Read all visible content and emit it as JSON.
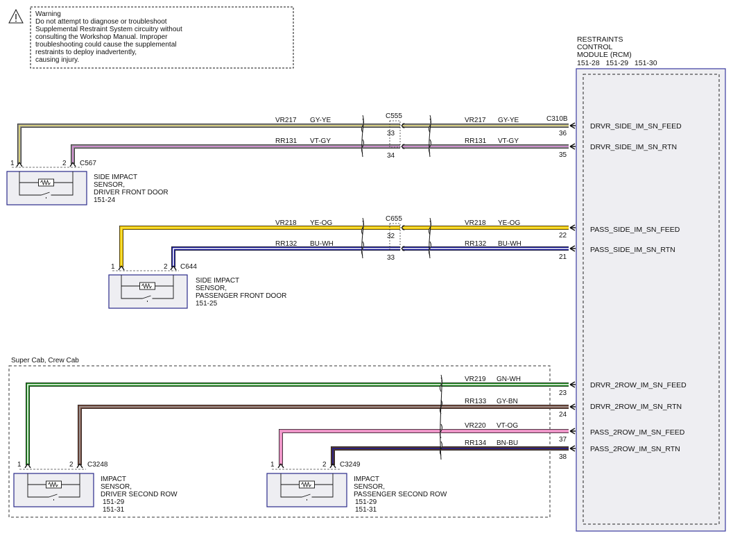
{
  "warning": {
    "lines": [
      "Warning",
      "Do not attempt to diagnose or troubleshoot",
      "Supplemental Restraint System circuitry without",
      "consulting the Workshop Manual. Improper",
      "troubleshooting could cause the supplemental",
      "restraints to deploy inadvertently,",
      "causing injury."
    ]
  },
  "rcm": {
    "title_lines": [
      "RESTRAINTS",
      "CONTROL",
      "MODULE (RCM)"
    ],
    "refs": "151-28   151-29   151-30",
    "connector": "C310B"
  },
  "zone_label": "Super Cab, Crew Cab",
  "inline_connectors": {
    "top": "C555",
    "mid": "C655"
  },
  "circuits": [
    {
      "circuit": "VR217",
      "color": "GY-YE",
      "signal": "DRVR_SIDE_IM_SN_FEED",
      "rcm_pin": "36",
      "inline_pin": "33",
      "sensor_pin": "1",
      "wire": [
        "#8a8a8a",
        "#e9e07a"
      ]
    },
    {
      "circuit": "RR131",
      "color": "VT-GY",
      "signal": "DRVR_SIDE_IM_SN_RTN",
      "rcm_pin": "35",
      "inline_pin": "34",
      "sensor_pin": "2",
      "wire": [
        "#8a8a8a",
        "#e08ce0"
      ]
    },
    {
      "circuit": "VR218",
      "color": "YE-OG",
      "signal": "PASS_SIDE_IM_SN_FEED",
      "rcm_pin": "22",
      "inline_pin": "32",
      "sensor_pin": "1",
      "wire": [
        "#f2c200",
        "#f5e84a"
      ]
    },
    {
      "circuit": "RR132",
      "color": "BU-WH",
      "signal": "PASS_SIDE_IM_SN_RTN",
      "rcm_pin": "21",
      "inline_pin": "33",
      "sensor_pin": "2",
      "wire": [
        "#1a1a9a",
        "#ffffff"
      ]
    },
    {
      "circuit": "VR219",
      "color": "GN-WH",
      "signal": "DRVR_2ROW_IM_SN_FEED",
      "rcm_pin": "23",
      "sensor_pin": "1",
      "wire": [
        "#1a8a1a",
        "#ffffff"
      ]
    },
    {
      "circuit": "RR133",
      "color": "GY-BN",
      "signal": "DRVR_2ROW_IM_SN_RTN",
      "rcm_pin": "24",
      "sensor_pin": "2",
      "wire": [
        "#7a4a3a",
        "#a0a0a0"
      ]
    },
    {
      "circuit": "VR220",
      "color": "VT-OG",
      "signal": "PASS_2ROW_IM_SN_FEED",
      "rcm_pin": "37",
      "sensor_pin": "1",
      "wire": [
        "#e88cc0",
        "#f3a0d0"
      ]
    },
    {
      "circuit": "RR134",
      "color": "BN-BU",
      "signal": "PASS_2ROW_IM_SN_RTN",
      "rcm_pin": "38",
      "sensor_pin": "2",
      "wire": [
        "#5a3a2a",
        "#1a1a9a"
      ]
    }
  ],
  "sensors": [
    {
      "connector": "C567",
      "lines": [
        "SIDE IMPACT",
        "SENSOR,",
        "DRIVER FRONT DOOR",
        "151-24"
      ]
    },
    {
      "connector": "C644",
      "lines": [
        "SIDE IMPACT",
        "SENSOR,",
        "PASSENGER FRONT DOOR",
        "151-25"
      ]
    },
    {
      "connector": "C3248",
      "lines": [
        "IMPACT",
        "SENSOR,",
        "DRIVER SECOND ROW",
        "151-29",
        "151-31"
      ]
    },
    {
      "connector": "C3249",
      "lines": [
        "IMPACT",
        "SENSOR,",
        "PASSENGER SECOND ROW",
        "151-29",
        "151-31"
      ]
    }
  ]
}
